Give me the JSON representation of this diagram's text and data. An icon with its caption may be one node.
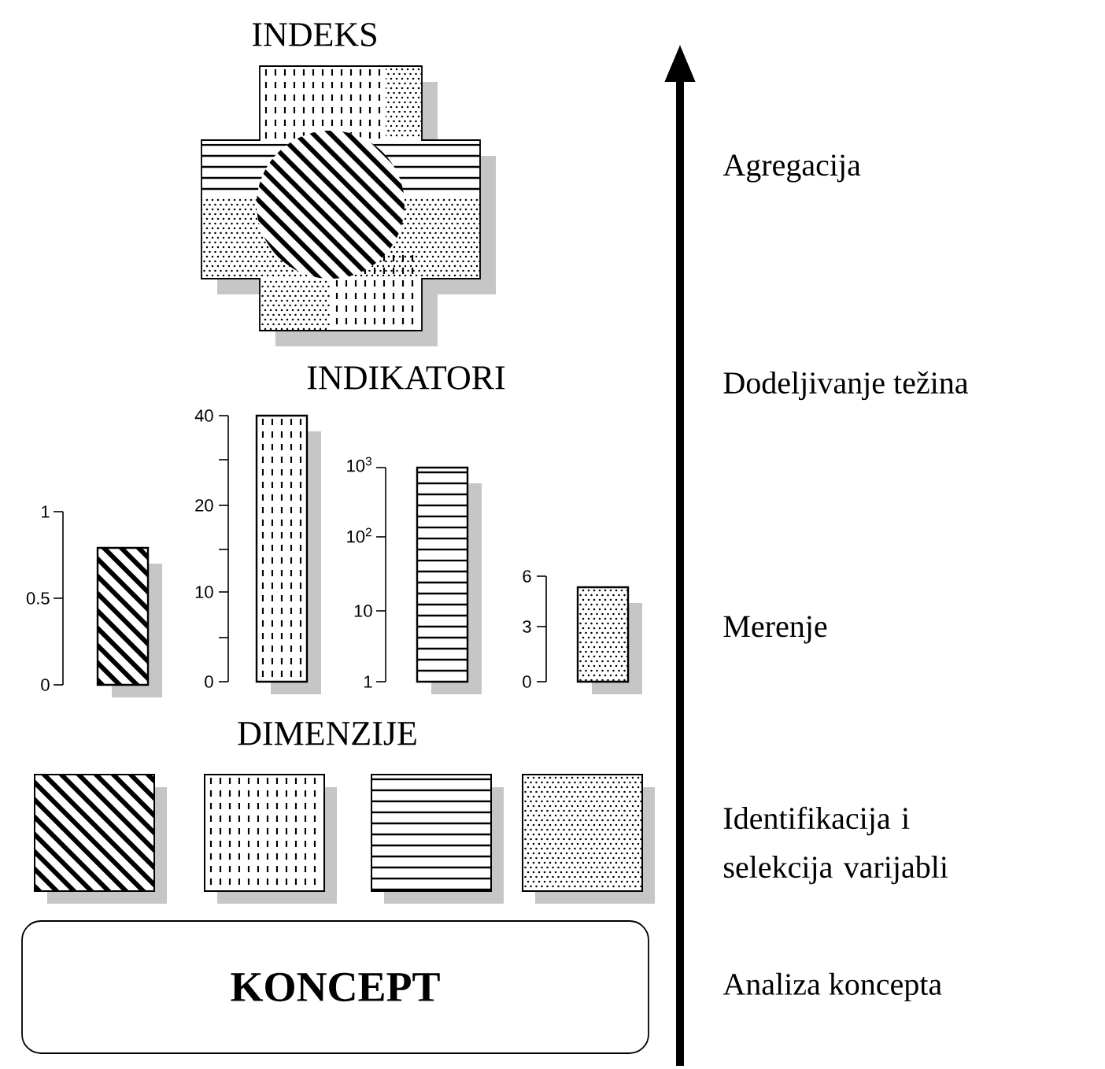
{
  "diagram": {
    "nodes": [
      {
        "text": [
          "KONCEPT"
        ]
      }
    ],
    "labels": [
      "INDEKS",
      "Agregacija",
      "INDIKATORI",
      "Dodeljivanje težina",
      "1",
      "0.5",
      "0",
      "40",
      "20",
      "10",
      "0",
      "10$^{3}$",
      "10$^{2}$",
      "10",
      "1",
      "6",
      "3",
      "0",
      "Merenje",
      "DIMENZIJE",
      "Identifikacija i selekcija varijabli",
      "Analiza koncepta"
    ]
  }
}
